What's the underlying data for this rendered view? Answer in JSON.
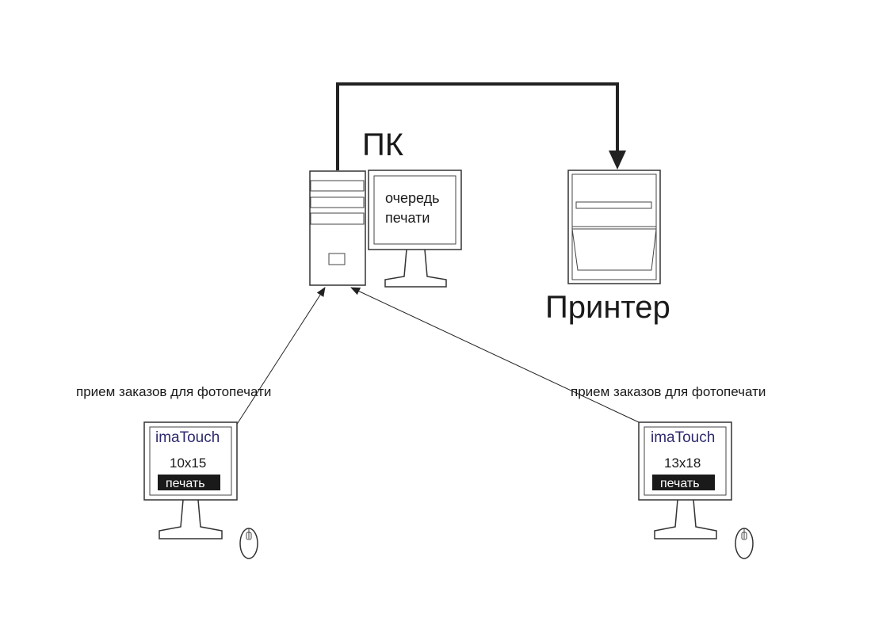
{
  "pc": {
    "label": "ПК",
    "monitor_line1": "очередь",
    "monitor_line2": "печати"
  },
  "printer": {
    "label": "Принтер"
  },
  "kiosks": [
    {
      "caption": "прием заказов для фотопечати",
      "brand": "imaTouch",
      "size": "10x15",
      "button": "печать"
    },
    {
      "caption": "прием заказов для фотопечати",
      "brand": "imaTouch",
      "size": "13x18",
      "button": "печать"
    }
  ],
  "colors": {
    "brand": "#2e2a6e",
    "button_bg": "#1a1a1a",
    "line": "#333333"
  }
}
